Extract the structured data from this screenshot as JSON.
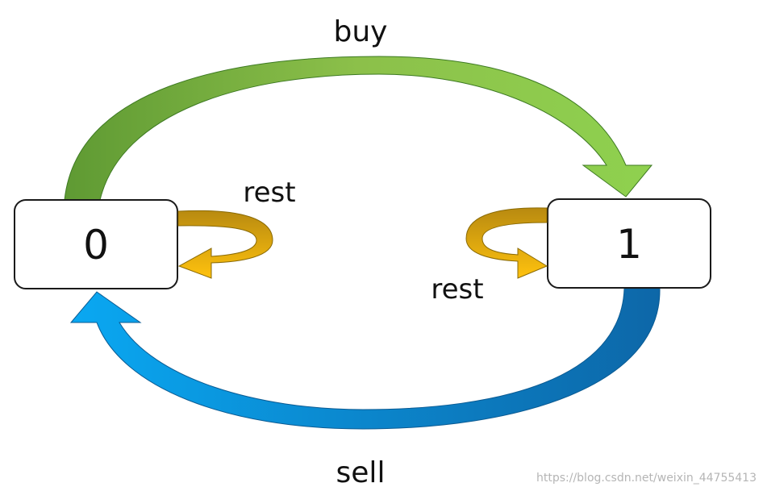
{
  "states": [
    {
      "id": "state-0",
      "label": "0"
    },
    {
      "id": "state-1",
      "label": "1"
    }
  ],
  "transitions": {
    "buy": {
      "from": "0",
      "to": "1",
      "label": "buy",
      "color_dark": "#6b9a3c",
      "color_light": "#8fd14f"
    },
    "sell": {
      "from": "1",
      "to": "0",
      "label": "sell",
      "color_dark": "#0e6fb0",
      "color_light": "#0aa3f0"
    },
    "rest_0": {
      "from": "0",
      "to": "0",
      "label": "rest",
      "color_dark": "#c49a12",
      "color_light": "#ffc20e"
    },
    "rest_1": {
      "from": "1",
      "to": "1",
      "label": "rest",
      "color_dark": "#c49a12",
      "color_light": "#ffc20e"
    }
  },
  "watermark": "https://blog.csdn.net/weixin_44755413"
}
